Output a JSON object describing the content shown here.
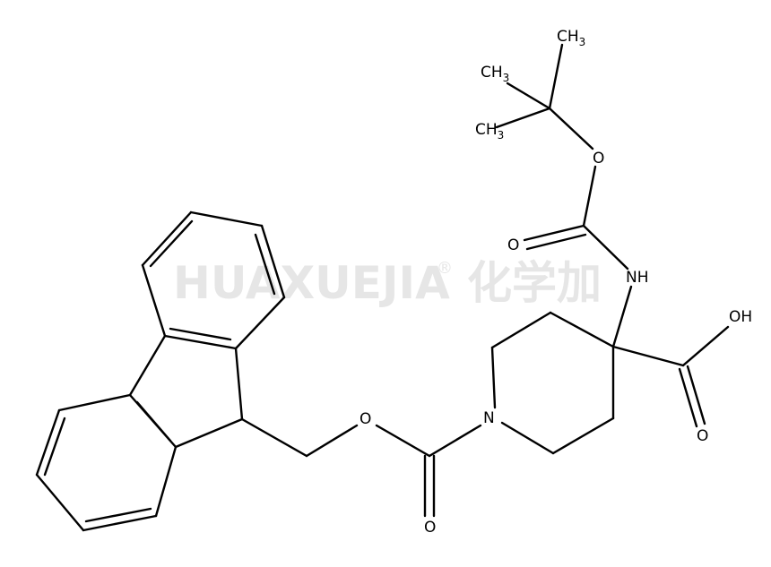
{
  "watermark": {
    "brand_latin": "HUAXUEJIA",
    "registered_mark": "®",
    "brand_cjk": "化学加"
  },
  "atoms": {
    "methyl_top": {
      "main": "CH",
      "sub": "3"
    },
    "methyl_mid": {
      "main": "CH",
      "sub": "3"
    },
    "methyl_low": {
      "main": "CH",
      "sub": "3"
    },
    "ester_o_boc": "O",
    "carbonyl_o_boc": "O",
    "amide_nh": "NH",
    "acid_oh": "OH",
    "acid_o": "O",
    "ring_n": "N",
    "ester_o_fmoc": "O",
    "carbonyl_o_fmoc": "O"
  }
}
